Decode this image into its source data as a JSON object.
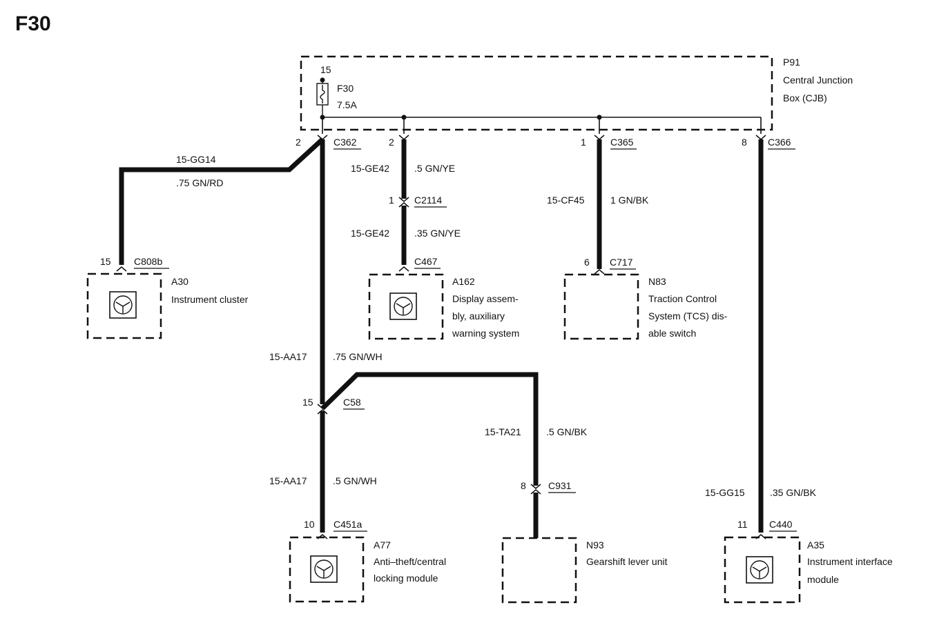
{
  "title": "F30",
  "cjb": {
    "ref": "P91",
    "name_lines": [
      "Central Junction",
      "Box (CJB)"
    ],
    "fuse": {
      "pin": "15",
      "ref": "F30",
      "rating": "7.5A"
    }
  },
  "connectors": {
    "c362": {
      "name": "C362",
      "pin": "2"
    },
    "c2114_top": {
      "name": "",
      "pin": "2"
    },
    "c365": {
      "name": "C365",
      "pin": "1"
    },
    "c366": {
      "name": "C366",
      "pin": "8"
    },
    "c2114": {
      "name": "C2114",
      "pin": "1"
    },
    "c808b": {
      "name": "C808b",
      "pin": "15"
    },
    "c467": {
      "name": "C467",
      "pin": ""
    },
    "c717": {
      "name": "C717",
      "pin": "6"
    },
    "c58": {
      "name": "C58",
      "pin": "15"
    },
    "c931": {
      "name": "C931",
      "pin": "8"
    },
    "c451a": {
      "name": "C451a",
      "pin": "10"
    },
    "c440": {
      "name": "C440",
      "pin": "11"
    }
  },
  "wires": {
    "gg14": {
      "code": "15-GG14",
      "spec": ".75  GN/RD"
    },
    "ge42a": {
      "code": "15-GE42",
      "spec": ".5 GN/YE"
    },
    "ge42b": {
      "code": "15-GE42",
      "spec": ".35 GN/YE"
    },
    "cf45": {
      "code": "15-CF45",
      "spec": "1 GN/BK"
    },
    "aa17a": {
      "code": "15-AA17",
      "spec": ".75 GN/WH"
    },
    "aa17b": {
      "code": "15-AA17",
      "spec": ".5 GN/WH"
    },
    "ta21": {
      "code": "15-TA21",
      "spec": ".5 GN/BK"
    },
    "gg15": {
      "code": "15-GG15",
      "spec": ".35 GN/BK"
    }
  },
  "modules": {
    "a30": {
      "ref": "A30",
      "lines": [
        "Instrument cluster"
      ],
      "has_ecu_icon": true
    },
    "a162": {
      "ref": "A162",
      "lines": [
        "Display assem-",
        "bly, auxiliary",
        "warning system"
      ],
      "has_ecu_icon": true
    },
    "n83": {
      "ref": "N83",
      "lines": [
        "Traction Control",
        "System (TCS) dis-",
        "able switch"
      ],
      "has_ecu_icon": false
    },
    "a77": {
      "ref": "A77",
      "lines": [
        "Anti–theft/central",
        "locking module"
      ],
      "has_ecu_icon": true
    },
    "n93": {
      "ref": "N93",
      "lines": [
        "Gearshift lever unit"
      ],
      "has_ecu_icon": false
    },
    "a35": {
      "ref": "A35",
      "lines": [
        "Instrument interface",
        "module"
      ],
      "has_ecu_icon": true
    }
  },
  "colors": {
    "ink": "#111111",
    "paper": "#ffffff"
  }
}
